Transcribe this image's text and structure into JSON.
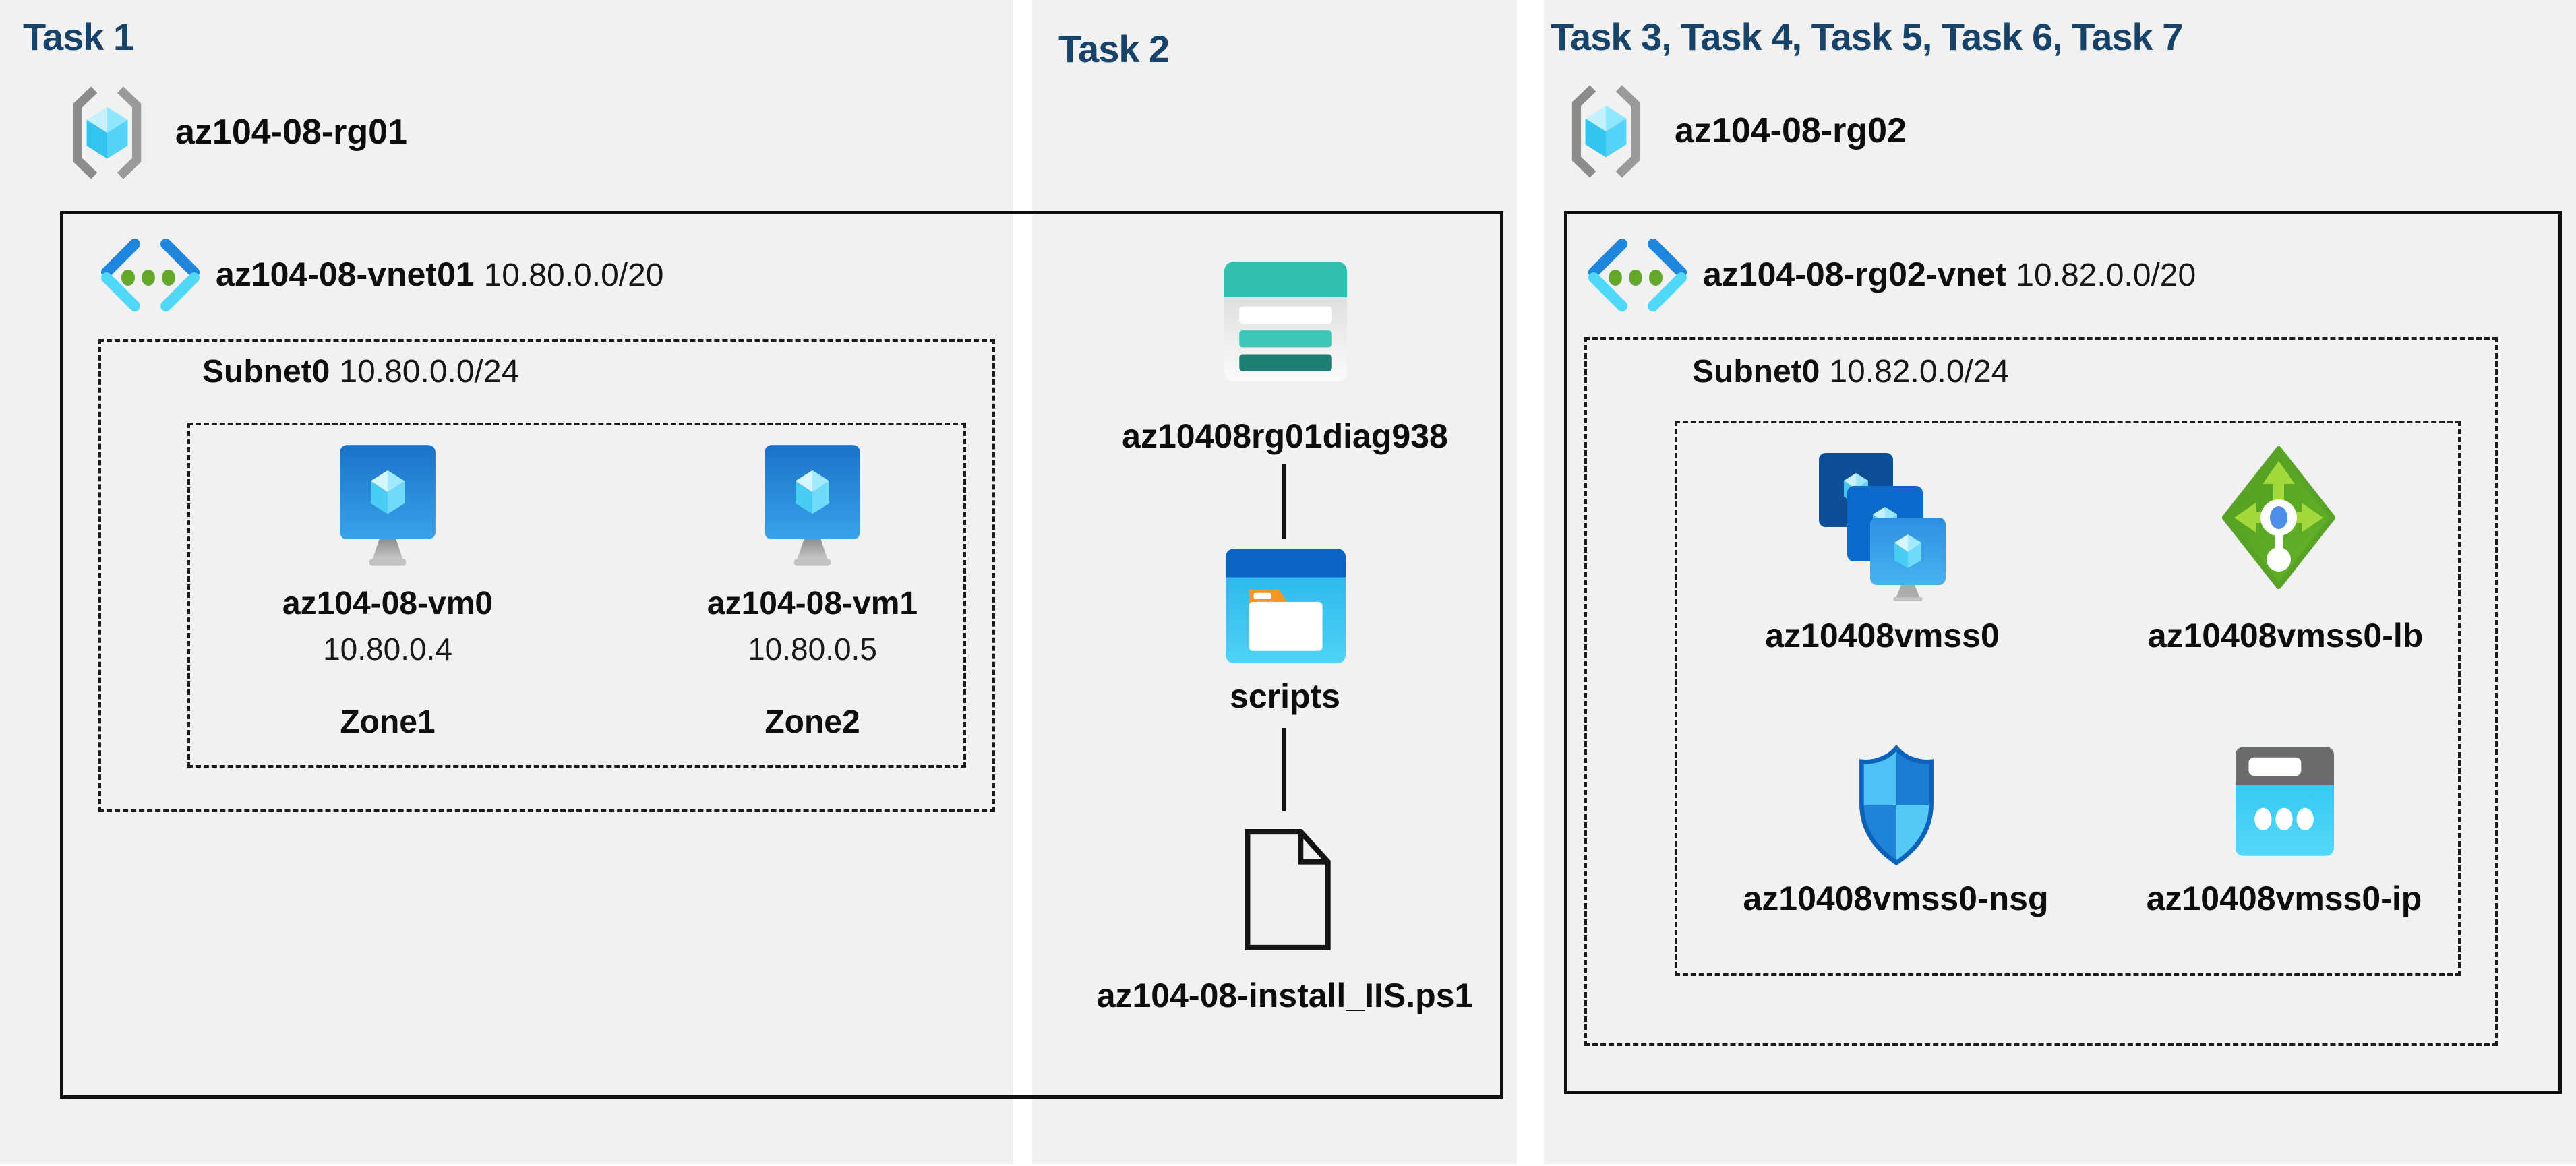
{
  "task1": {
    "header": "Task 1",
    "resource_group": "az104-08-rg01",
    "vnet": {
      "name": "az104-08-vnet01",
      "cidr": "10.80.0.0/20"
    },
    "subnet": {
      "name": "Subnet0",
      "cidr": "10.80.0.0/24"
    },
    "vms": [
      {
        "name": "az104-08-vm0",
        "ip": "10.80.0.4",
        "zone": "Zone1"
      },
      {
        "name": "az104-08-vm1",
        "ip": "10.80.0.5",
        "zone": "Zone2"
      }
    ]
  },
  "task2": {
    "header": "Task 2",
    "storage_account": "az10408rg01diag938",
    "blob_container": "scripts",
    "script_file": "az104-08-install_IIS.ps1"
  },
  "task3": {
    "header": "Task 3, Task 4, Task 5, Task 6, Task 7",
    "resource_group": "az104-08-rg02",
    "vnet": {
      "name": "az104-08-rg02-vnet",
      "cidr": "10.82.0.0/20"
    },
    "subnet": {
      "name": "Subnet0",
      "cidr": "10.82.0.0/24"
    },
    "vm_scale_set": "az10408vmss0",
    "load_balancer": "az10408vmss0-lb",
    "network_security_group": "az10408vmss0-nsg",
    "public_ip": "az10408vmss0-ip"
  },
  "icons": {
    "resource_group": "resource-group-icon",
    "virtual_network": "virtual-network-icon",
    "virtual_machine": "virtual-machine-icon",
    "storage_account": "storage-account-icon",
    "blob_container": "blob-container-folder-icon",
    "script_file": "script-file-icon",
    "vm_scale_set": "vm-scale-set-icon",
    "load_balancer": "load-balancer-icon",
    "network_security_group": "network-security-group-icon",
    "public_ip": "public-ip-icon"
  },
  "colors": {
    "header_text": "#17436B",
    "panel_background": "#F1F1F2",
    "label_text": "#0d0d0d",
    "line": "#141414"
  }
}
